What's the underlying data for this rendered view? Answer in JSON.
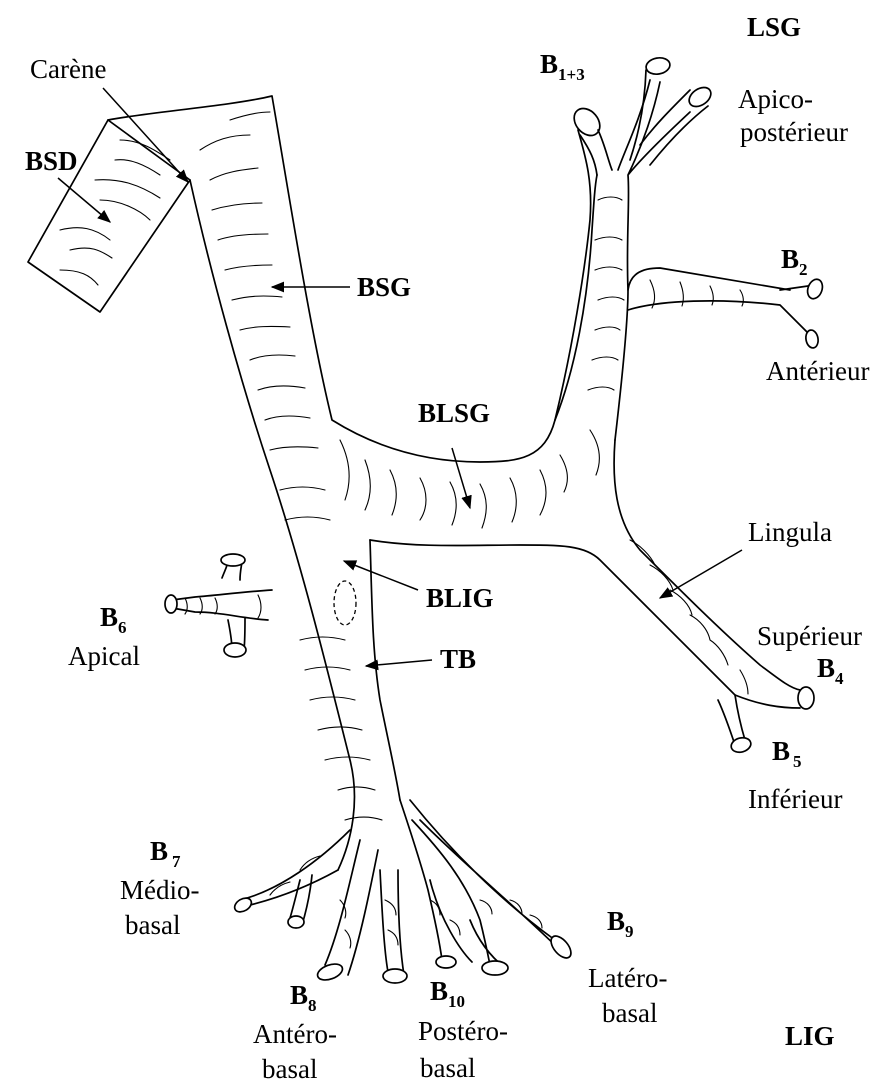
{
  "title": "LSG",
  "bottom_title": "LIG",
  "labels": {
    "carene": "Carène",
    "bsd": "BSD",
    "bsg": "BSG",
    "blsg": "BLSG",
    "blig": "BLIG",
    "tb": "TB",
    "lingula": "Lingula",
    "b13": {
      "code": "B",
      "sub": "1+3",
      "name1": "Apico-",
      "name2": "postérieur"
    },
    "b2": {
      "code": "B",
      "sub": "2",
      "name": "Antérieur"
    },
    "b4": {
      "code": "B",
      "sub": "4",
      "name": "Supérieur"
    },
    "b5": {
      "code": "B",
      "sub": "5",
      "name": "Inférieur"
    },
    "b6": {
      "code": "B",
      "sub": "6",
      "name": "Apical"
    },
    "b7": {
      "code": "B",
      "sub": "7",
      "name1": "Médio-",
      "name2": "basal"
    },
    "b8": {
      "code": "B",
      "sub": "8",
      "name1": "Antéro-",
      "name2": "basal"
    },
    "b9": {
      "code": "B",
      "sub": "9",
      "name1": "Latéro-",
      "name2": "basal"
    },
    "b10": {
      "code": "B",
      "sub": "10",
      "name1": "Postéro-",
      "name2": "basal"
    }
  }
}
